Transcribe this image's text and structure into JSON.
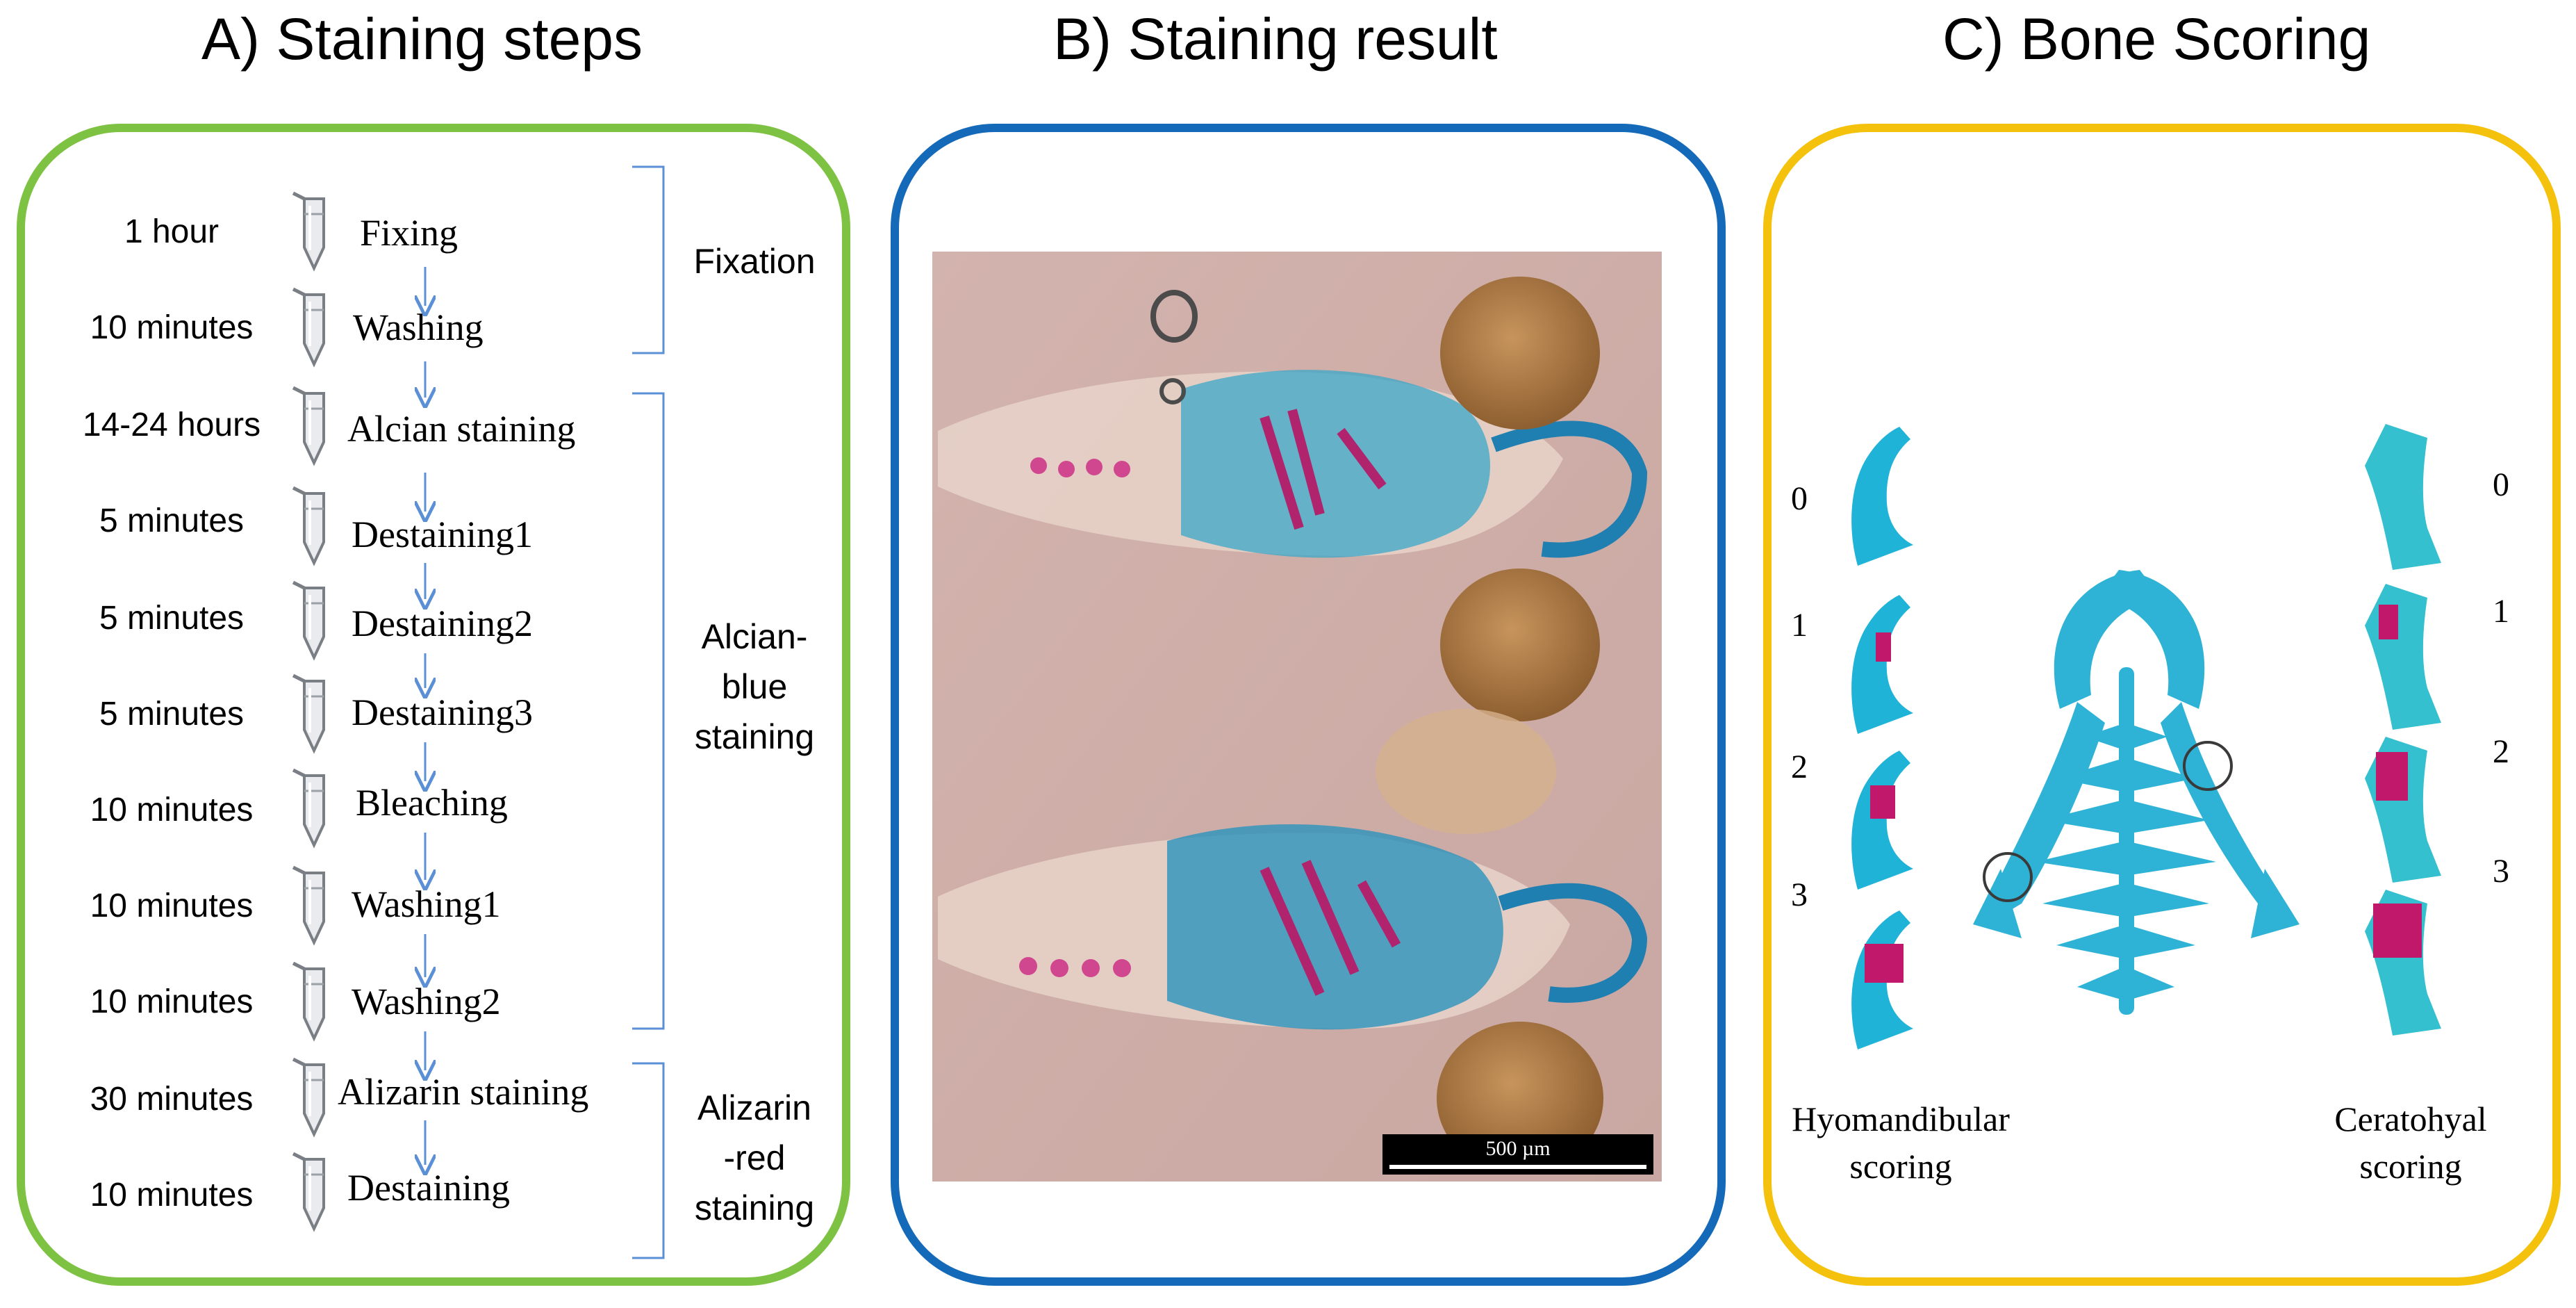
{
  "panels": {
    "a": {
      "title": "A) Staining steps"
    },
    "b": {
      "title": "B) Staining result",
      "scale_bar": "500 µm"
    },
    "c": {
      "title": "C) Bone Scoring"
    }
  },
  "steps": [
    {
      "time": "1 hour",
      "name": "Fixing"
    },
    {
      "time": "10 minutes",
      "name": "Washing"
    },
    {
      "time": "14-24 hours",
      "name": "Alcian staining"
    },
    {
      "time": "5 minutes",
      "name": "Destaining1"
    },
    {
      "time": "5 minutes",
      "name": "Destaining2"
    },
    {
      "time": "5 minutes",
      "name": "Destaining3"
    },
    {
      "time": "10 minutes",
      "name": "Bleaching"
    },
    {
      "time": "10 minutes",
      "name": "Washing1"
    },
    {
      "time": "10 minutes",
      "name": "Washing2"
    },
    {
      "time": "30 minutes",
      "name": "Alizarin staining"
    },
    {
      "time": "10 minutes",
      "name": "Destaining"
    }
  ],
  "groups": {
    "fixation": "Fixation",
    "alcian": {
      "line1": "Alcian-",
      "line2": "blue",
      "line3": "staining"
    },
    "alizarin": {
      "line1": "Alizarin",
      "line2": "-red",
      "line3": "staining"
    }
  },
  "scoring": {
    "levels": [
      "0",
      "1",
      "2",
      "3"
    ],
    "hyomandibular": {
      "line1": "Hyomandibular",
      "line2": "scoring"
    },
    "ceratohyal": {
      "line1": "Ceratohyal",
      "line2": "scoring"
    }
  },
  "colors": {
    "frame_a": "#7dc242",
    "frame_b": "#1469b8",
    "frame_c": "#f4c20d",
    "arrow": "#5b8fd6",
    "bracket": "#5b8fd6",
    "cartilage": "#1fb3d8",
    "bone": "#c2186b"
  }
}
